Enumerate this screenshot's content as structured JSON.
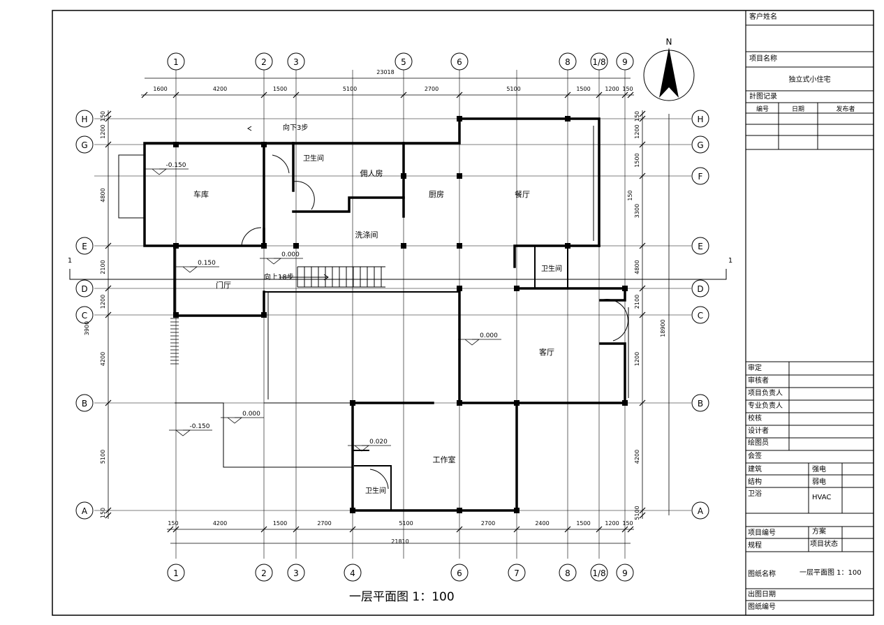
{
  "plan": {
    "title": "一层平面图 1：100",
    "north": "N",
    "section_mark": "1",
    "total_top": "23018",
    "total_bottom": "21810",
    "total_right": "18900",
    "stair_down": "向下3步",
    "stair_up": "向上18步",
    "col_labels_top": [
      "1",
      "2",
      "3",
      "5",
      "6",
      "8",
      "1/8",
      "9"
    ],
    "col_labels_bottom": [
      "1",
      "2",
      "3",
      "4",
      "6",
      "7",
      "8",
      "1/8",
      "9"
    ],
    "row_labels_left": [
      "H",
      "G",
      "E",
      "D",
      "C",
      "B",
      "A"
    ],
    "row_labels_right": [
      "H",
      "G",
      "F",
      "E",
      "D",
      "C",
      "B",
      "A"
    ],
    "dims_top": [
      "1600",
      "4200",
      "1500",
      "5100",
      "2700",
      "5100",
      "1500",
      "1200",
      "150"
    ],
    "dims_bottom": [
      "150",
      "4200",
      "1500",
      "2700",
      "5100",
      "2700",
      "2400",
      "1500",
      "1200",
      "150"
    ],
    "dims_left": [
      "150",
      "1200",
      "4800",
      "2100",
      "1200",
      "4200",
      "5100",
      "150",
      "3900"
    ],
    "dims_right": [
      "150",
      "1200",
      "1500",
      "3300",
      "4800",
      "2100",
      "1200",
      "4200",
      "5100",
      "150"
    ],
    "rooms": {
      "garage": "车库",
      "maid": "佣人房",
      "bath1": "卫生间",
      "kitchen": "厨房",
      "dining": "餐厅",
      "laundry": "洗涤间",
      "hall": "门厅",
      "bath2": "卫生间",
      "living": "客厅",
      "study": "工作室",
      "bath3": "卫生间"
    },
    "levels": {
      "garage": "-0.150",
      "entry": "0.150",
      "stair": "0.000",
      "living": "0.000",
      "terrace_low": "-0.150",
      "terrace": "0.000",
      "study": "0.020"
    }
  },
  "titleblock": {
    "client_name": "客户姓名",
    "project_name_label": "项目名称",
    "project_name": "独立式小住宅",
    "revision_label": "計图记录",
    "rev_cols": [
      "编号",
      "日期",
      "发布者"
    ],
    "approve": "审定",
    "check": "审核者",
    "proj_lead": "项目负责人",
    "spec_lead": "专业负责人",
    "proof": "校核",
    "designer": "设计者",
    "drafter": "绘图员",
    "cosign": "会签",
    "arch": "建筑",
    "struct": "结构",
    "plumb": "卫浴",
    "strong": "强电",
    "weak": "弱电",
    "hvac": "HVAC",
    "proj_no": "项目编号",
    "scheme": "方案",
    "scale": "规程",
    "status": "项目状态",
    "drawing_name_label": "图纸名称",
    "drawing_name": "一层平面图 1：100",
    "issue_date": "出图日期",
    "drawing_no": "图纸编号"
  }
}
